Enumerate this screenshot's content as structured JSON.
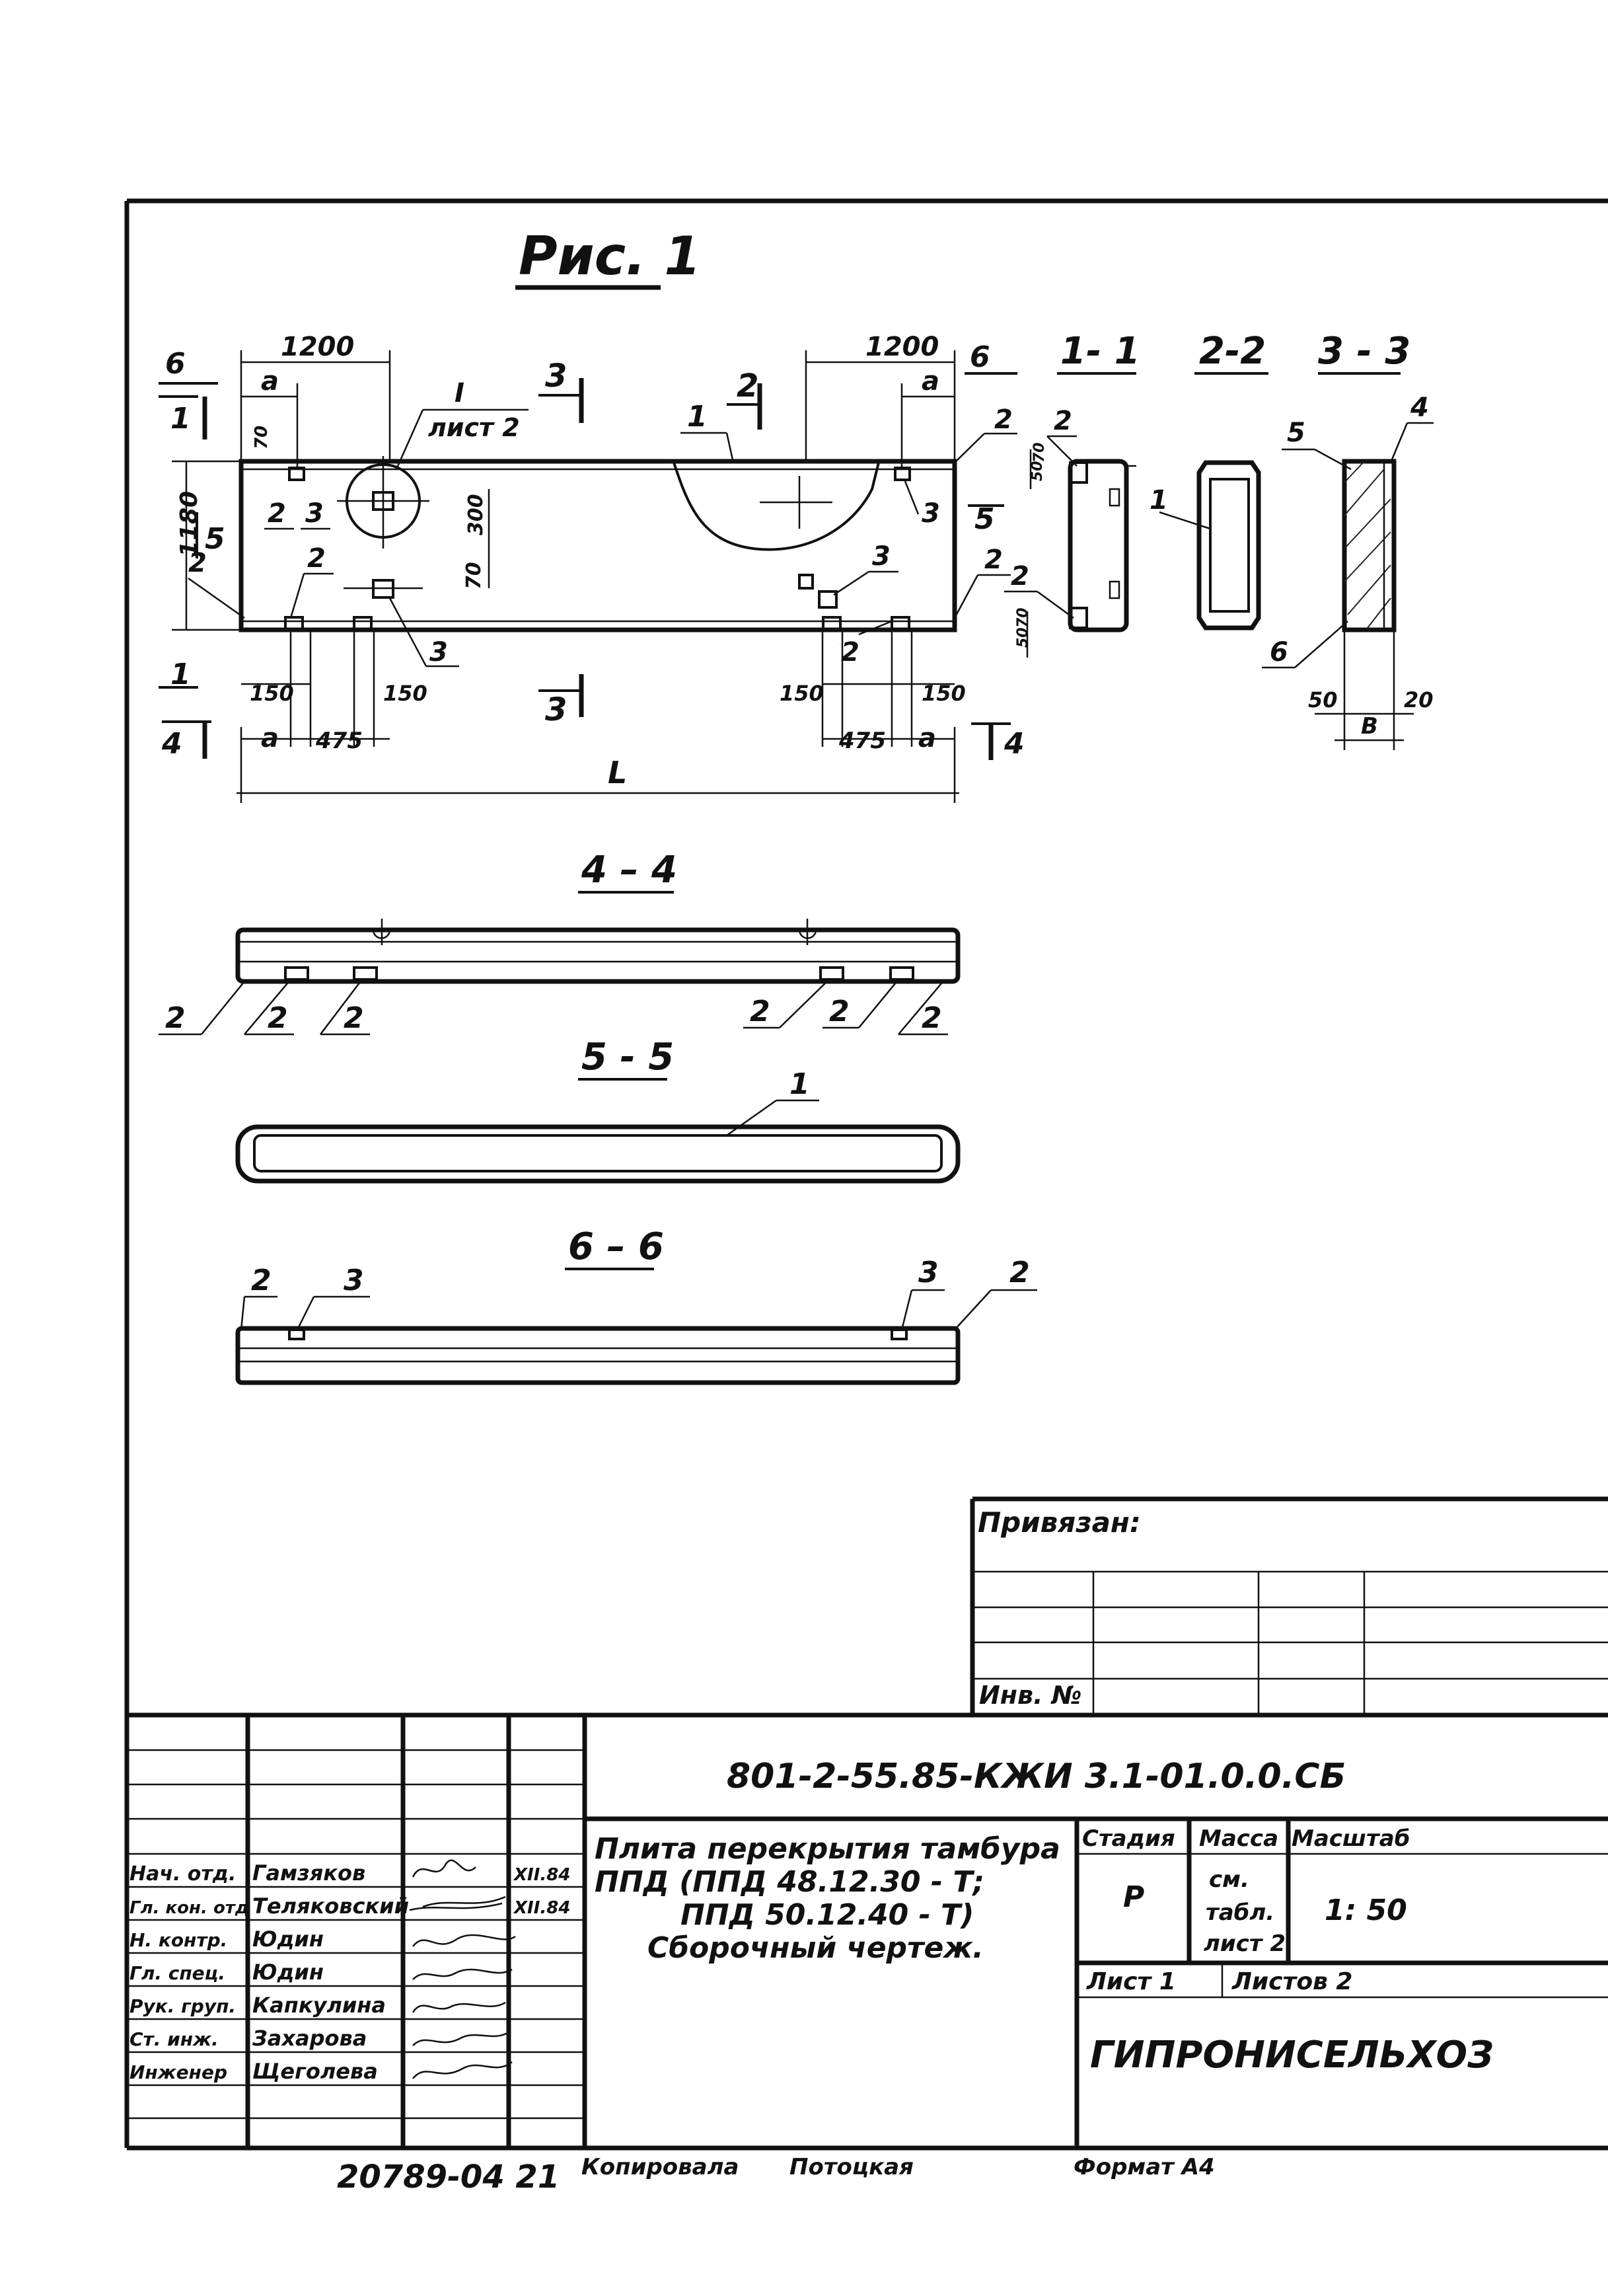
{
  "figure_title": "Рис. 1",
  "plan": {
    "dims": {
      "top_left_1200": "1200",
      "top_right_1200": "1200",
      "a_tl": "a",
      "a_tr": "a",
      "a_bl": "a",
      "a_br": "a",
      "d70_top": "70",
      "d1180": "1180",
      "d300": "300",
      "d70_mid": "70",
      "d150_bl": "150",
      "d150_bl2": "150",
      "d475_bl": "475",
      "d150_br": "150",
      "d150_br2": "150",
      "d475_br": "475",
      "L": "L"
    },
    "node_ref": {
      "roman": "I",
      "sheet": "лист 2"
    },
    "section_marks": {
      "m6_left": "6",
      "m6_right": "6",
      "m1_top": "1",
      "m1_bot": "1",
      "m5_left": "5",
      "m5_right": "5",
      "m4_left": "4",
      "m4_right": "4",
      "m3_top": "3",
      "m3_bot": "3",
      "m2_top": "2"
    },
    "callouts": {
      "c1": "1",
      "c2_a": "2",
      "c2_b": "2",
      "c2_c": "2",
      "c2_d": "2",
      "c2_e": "2",
      "c2_f": "2",
      "c2_g": "2",
      "c3_a": "3",
      "c3_b": "3",
      "c3_c": "3",
      "c3_d": "3"
    }
  },
  "sections": {
    "s11": {
      "title": "1- 1",
      "c2a": "2",
      "c2b": "2",
      "d_top": "70",
      "d_top2": "50",
      "d_bot": "50",
      "d_bot2": "70"
    },
    "s22": {
      "title": "2-2",
      "c1": "1"
    },
    "s33": {
      "title": "3 - 3",
      "c4": "4",
      "c5": "5",
      "c6": "6",
      "d50": "50",
      "d20": "20",
      "dB": "В"
    },
    "s44": {
      "title": "4 – 4",
      "c2a": "2",
      "c2b": "2",
      "c2c": "2",
      "c2d": "2",
      "c2e": "2",
      "c2f": "2"
    },
    "s55": {
      "title": "5 - 5",
      "c1": "1"
    },
    "s66": {
      "title": "6 – 6",
      "c2a": "2",
      "c3a": "3",
      "c3b": "3",
      "c2b": "2"
    }
  },
  "binding": {
    "label": "Привязан:",
    "inv_label": "Инв. №"
  },
  "title_block": {
    "doc_code": "801-2-55.85-КЖИ 3.1-01.0.0.СБ",
    "description": {
      "line1": "Плита  перекрытия тамбура",
      "line2": "ППД (ППД 48.12.30 - Т;",
      "line3": "ППД 50.12.40 - Т)",
      "line4": "Сборочный  чертеж."
    },
    "stage_header": "Стадия",
    "stage_value": "Р",
    "mass_header": "Масса",
    "mass_value": {
      "l1": "см.",
      "l2": "табл.",
      "l3": "лист 2"
    },
    "scale_header": "Масштаб",
    "scale_value": "1: 50",
    "sheet": "Лист 1",
    "sheets": "Листов 2",
    "org": "ГИПРОНИСЕЛЬХОЗ",
    "signatures": [
      {
        "role": "Нач. отд.",
        "name": "Гамзяков",
        "date": "XII.84"
      },
      {
        "role": "Гл. кон. отд",
        "name": "Теляковский",
        "date": "XII.84"
      },
      {
        "role": "Н. контр.",
        "name": "Юдин",
        "date": ""
      },
      {
        "role": "Гл. спец.",
        "name": "Юдин",
        "date": ""
      },
      {
        "role": "Рук. груп.",
        "name": "Капкулина",
        "date": ""
      },
      {
        "role": "Ст. инж.",
        "name": "Захарова",
        "date": ""
      },
      {
        "role": "Инженер",
        "name": "Щеголева",
        "date": ""
      }
    ],
    "copied_label": "Копировала",
    "copied_name": "Потоцкая",
    "format": "Формат А4",
    "inventory_number": "20789-04  21"
  }
}
